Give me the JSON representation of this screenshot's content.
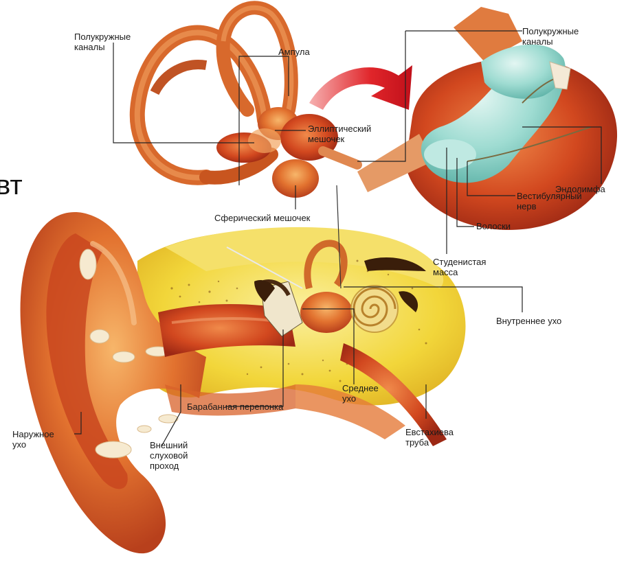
{
  "fragment_text": "вт",
  "labels": {
    "semicircular_canals_left": "Полукружные каналы",
    "ampulla": "Ампула",
    "elliptic_sac": "Эллиптический мешочек",
    "spherical_sac": "Сферический мешочек",
    "semicircular_canals_right": "Полукружные каналы",
    "endolymph": "Эндолимфа",
    "vestibular_nerve": "Вестибулярный нерв",
    "hairs": "Волоски",
    "gelatinous_mass": "Студенистая масса",
    "inner_ear": "Внутреннее ухо",
    "middle_ear": "Среднее ухо",
    "eardrum": "Барабанная перепонка",
    "outer_ear": "Наружное ухо",
    "ear_canal": "Внешний слуховой проход",
    "eustachian_tube": "Евстахиева труба"
  },
  "colors": {
    "bone_yellow": "#f4dc3c",
    "tissue_orange": "#e0642a",
    "tissue_red": "#c8321e",
    "fluid_teal": "#8fd3c9",
    "arrow_red": "#d8141e",
    "cartilage_cream": "#f6ead0"
  }
}
